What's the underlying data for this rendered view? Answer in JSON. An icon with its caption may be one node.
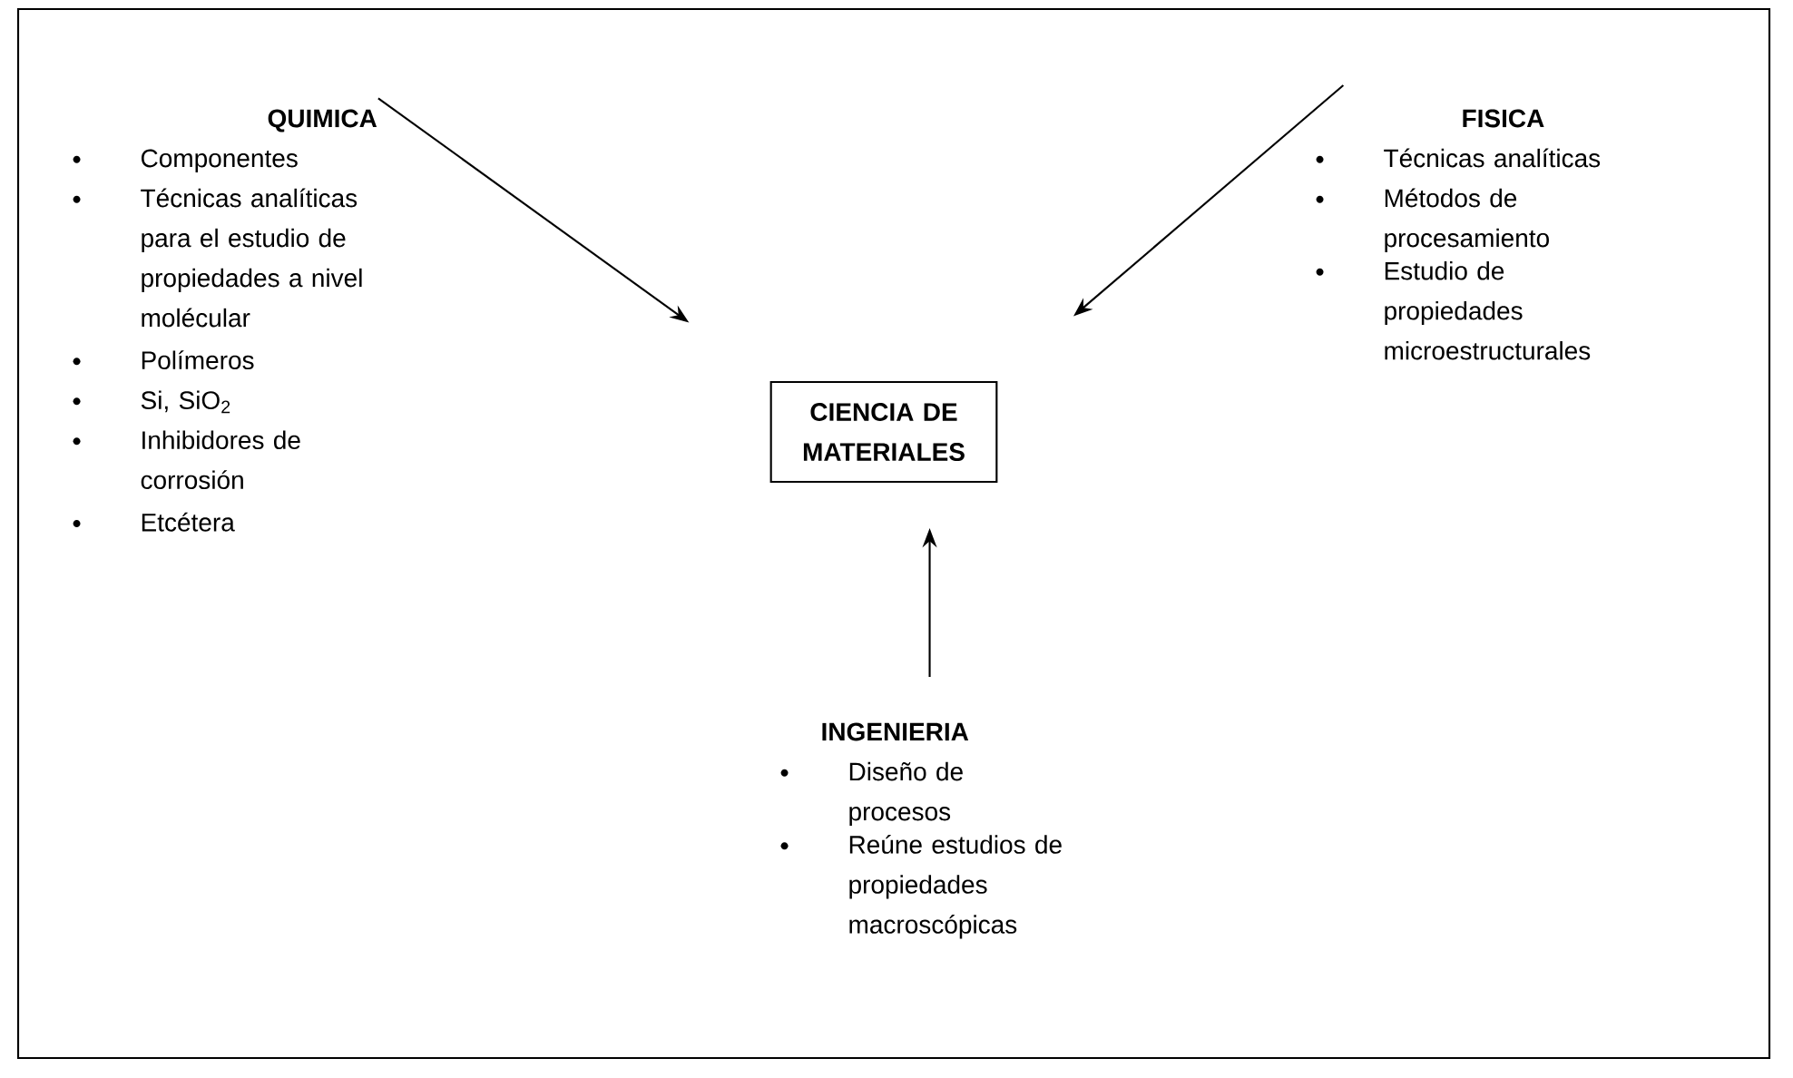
{
  "diagram": {
    "nodes": [
      {
        "text": [
          "CIENCIA DE MATERIALES"
        ]
      },
      {
        "text": [
          "QUIMICA",
          "Componentes",
          "Técnicas analíticas para el estudio de propiedades a nivel molécular",
          "Polímeros",
          "Si, SiO$_{2}$",
          "Inhibidores de corrosión",
          "Etcétera"
        ]
      },
      {
        "text": [
          "FISICA",
          "Técnicas analíticas",
          "Métodos de procesamiento",
          "Estudio de propiedades microestructurales"
        ]
      },
      {
        "text": [
          "INGENIERIA",
          "Diseño de procesos",
          "Reúne estudios de propiedades macroscópicas"
        ]
      }
    ],
    "edges": [
      {
        "from": 1,
        "to": 0,
        "arrow": "to"
      },
      {
        "from": 2,
        "to": 0,
        "arrow": "to"
      },
      {
        "from": 3,
        "to": 0,
        "arrow": "to"
      }
    ]
  }
}
